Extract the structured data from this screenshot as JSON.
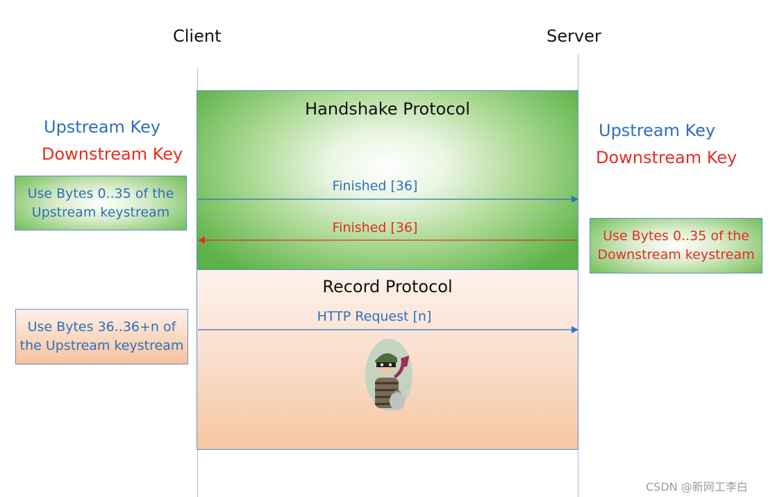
{
  "headers": {
    "client": "Client",
    "server": "Server"
  },
  "sections": {
    "handshake": "Handshake Protocol",
    "record": "Record Protocol"
  },
  "client_keys": {
    "upstream": "Upstream Key",
    "downstream": "Downstream Key"
  },
  "server_keys": {
    "upstream": "Upstream Key",
    "downstream": "Downstream Key"
  },
  "notes": {
    "client_handshake": "Use Bytes 0..35 of the Upstream keystream",
    "server_handshake": "Use Bytes 0..35 of the Downstream keystream",
    "client_record": "Use Bytes 36..36+n of the Upstream keystream"
  },
  "messages": {
    "finished_to_server": "Finished [36]",
    "finished_to_client": "Finished [36]",
    "http_request": "HTTP Request [n]"
  },
  "colors": {
    "upstream": "#2e6fbd",
    "downstream": "#e52c24",
    "lifeline": "#9dc3e6"
  },
  "attacker_icon": "thief-with-loot-bag-icon",
  "watermark": "CSDN @新网工李白"
}
